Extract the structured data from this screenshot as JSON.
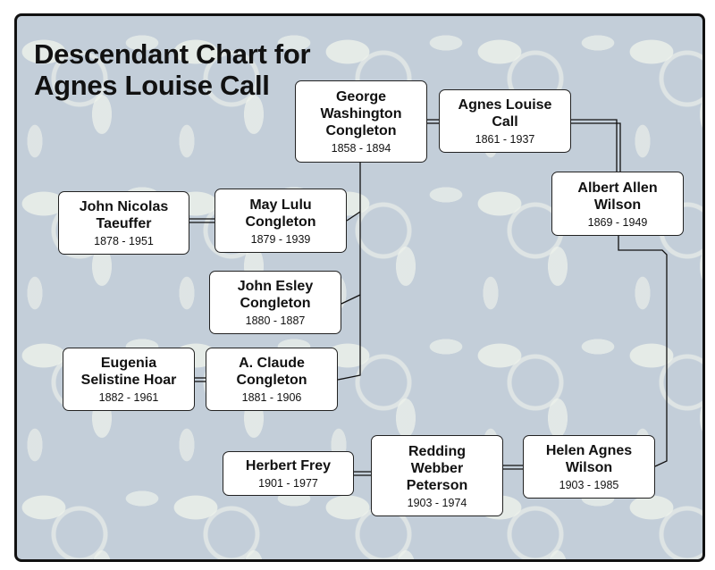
{
  "title_line1": "Descendant Chart for",
  "title_line2": "Agnes Louise Call",
  "people": {
    "gwc": {
      "name": "George\nWashington\nCongleton",
      "dates": "1858 - 1894"
    },
    "alc": {
      "name": "Agnes Louise\nCall",
      "dates": "1861 - 1937"
    },
    "aaw": {
      "name": "Albert Allen\nWilson",
      "dates": "1869 - 1949"
    },
    "mlc": {
      "name": "May Lulu\nCongleton",
      "dates": "1879 - 1939"
    },
    "jnt": {
      "name": "John Nicolas\nTaeuffer",
      "dates": "1878 - 1951"
    },
    "jec": {
      "name": "John Esley\nCongleton",
      "dates": "1880 - 1887"
    },
    "acc": {
      "name": "A. Claude\nCongleton",
      "dates": "1881 - 1906"
    },
    "esh": {
      "name": "Eugenia\nSelistine Hoar",
      "dates": "1882 - 1961"
    },
    "hf": {
      "name": "Herbert Frey",
      "dates": "1901 - 1977"
    },
    "rwp": {
      "name": "Redding\nWebber\nPeterson",
      "dates": "1903 - 1974"
    },
    "haw": {
      "name": "Helen Agnes\nWilson",
      "dates": "1903 - 1985"
    }
  }
}
